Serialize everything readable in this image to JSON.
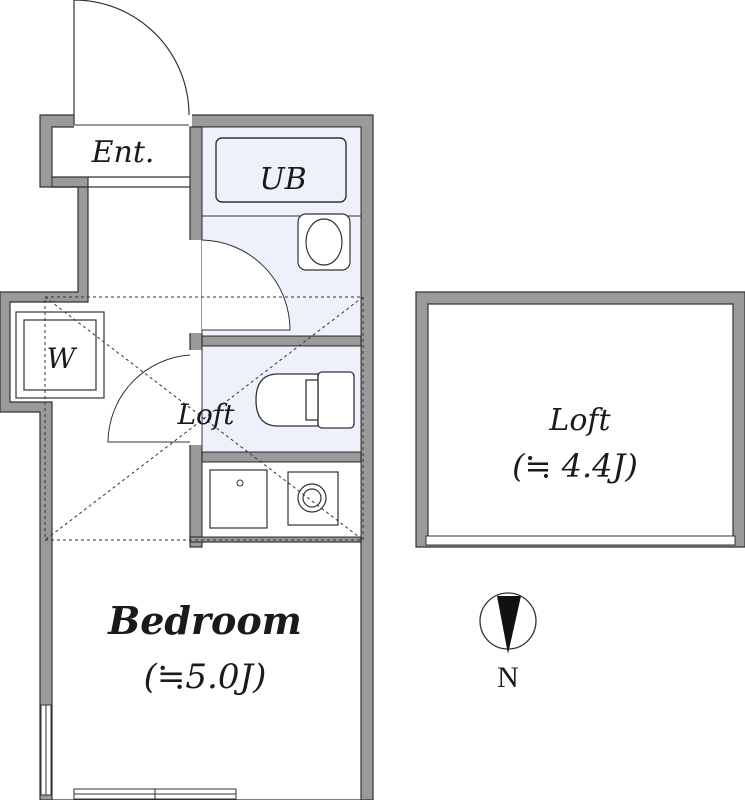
{
  "rooms": {
    "entrance": "Ent.",
    "unit_bath": "UB",
    "washer": "W",
    "loft_overlay": "Loft",
    "bedroom_name": "Bedroom",
    "bedroom_size": "(≒5.0J)",
    "loft_name": "Loft",
    "loft_size": "(≒ 4.4J)"
  },
  "compass": {
    "label": "N"
  },
  "colors": {
    "wall": "#9a9a9a",
    "wall_outline": "#333333",
    "wet_area": "#eef1fb",
    "line": "#333333"
  }
}
